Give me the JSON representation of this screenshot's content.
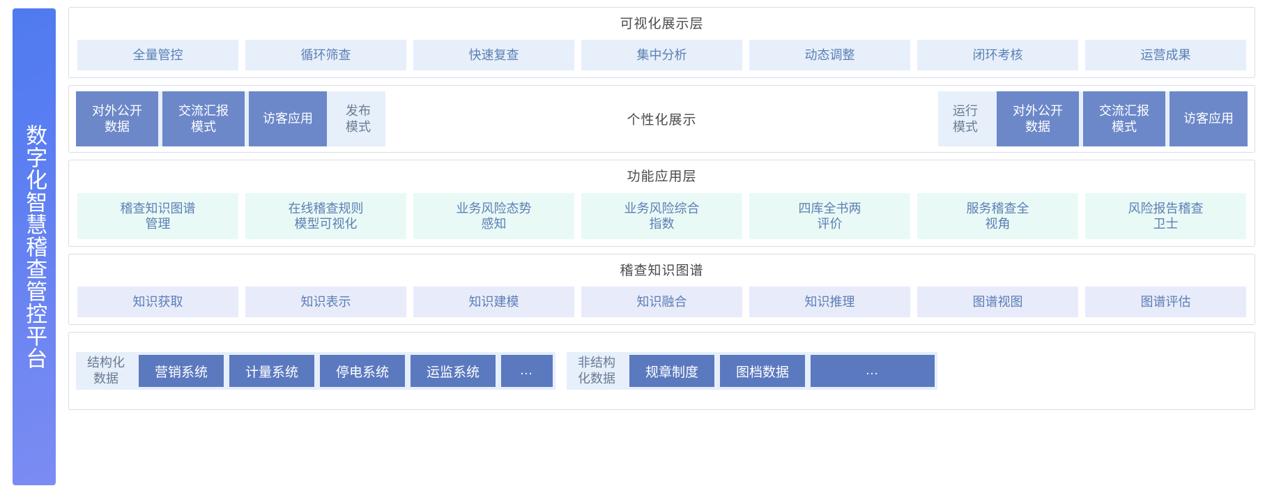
{
  "sidebar": {
    "title": "数字化智慧稽查管控平台"
  },
  "layers": {
    "visualization": {
      "title": "可视化展示层",
      "chips": [
        {
          "label": "全量管控"
        },
        {
          "label": "循环筛查"
        },
        {
          "label": "快速复查"
        },
        {
          "label": "集中分析"
        },
        {
          "label": "动态调整"
        },
        {
          "label": "闭环考核"
        },
        {
          "label": "运营成果"
        }
      ]
    },
    "personalized": {
      "center_label": "个性化展示",
      "left_group": [
        {
          "label": "对外公开\n数据",
          "style": "solid",
          "width": "wide"
        },
        {
          "label": "交流汇报\n模式",
          "style": "solid",
          "width": "wide"
        },
        {
          "label": "访客应用",
          "style": "solid",
          "width": "mid"
        },
        {
          "label": "发布\n模式",
          "style": "ghost",
          "width": "narrow"
        }
      ],
      "right_group": [
        {
          "label": "运行\n模式",
          "style": "ghost",
          "width": "narrow"
        },
        {
          "label": "对外公开\n数据",
          "style": "solid",
          "width": "wide"
        },
        {
          "label": "交流汇报\n模式",
          "style": "solid",
          "width": "wide"
        },
        {
          "label": "访客应用",
          "style": "solid",
          "width": "mid"
        }
      ]
    },
    "function": {
      "title": "功能应用层",
      "chips": [
        {
          "label": "稽查知识图谱\n管理"
        },
        {
          "label": "在线稽查规则\n模型可视化"
        },
        {
          "label": "业务风险态势\n感知"
        },
        {
          "label": "业务风险综合\n指数"
        },
        {
          "label": "四库全书两\n评价"
        },
        {
          "label": "服务稽查全\n视角"
        },
        {
          "label": "风险报告稽查\n卫士"
        }
      ]
    },
    "knowledge_graph": {
      "title": "稽查知识图谱",
      "chips": [
        {
          "label": "知识获取"
        },
        {
          "label": "知识表示"
        },
        {
          "label": "知识建模"
        },
        {
          "label": "知识融合"
        },
        {
          "label": "知识推理"
        },
        {
          "label": "图谱视图"
        },
        {
          "label": "图谱评估"
        }
      ]
    },
    "data_sources": {
      "structured": {
        "label": "结构化\n数据",
        "chips": [
          {
            "label": "营销系统",
            "kind": "normal"
          },
          {
            "label": "计量系统",
            "kind": "normal"
          },
          {
            "label": "停电系统",
            "kind": "normal"
          },
          {
            "label": "运监系统",
            "kind": "normal"
          },
          {
            "label": "…",
            "kind": "dots"
          }
        ]
      },
      "unstructured": {
        "label": "非结构\n化数据",
        "chips": [
          {
            "label": "规章制度",
            "kind": "normal"
          },
          {
            "label": "图档数据",
            "kind": "normal"
          },
          {
            "label": "…",
            "kind": "wide-dots"
          }
        ]
      }
    }
  },
  "colors": {
    "sidebar_gradient_start": "#4f7bf0",
    "sidebar_gradient_end": "#7b8cf3",
    "chip_blue_bg": "#e6effa",
    "chip_mint_bg": "#e9f9f6",
    "chip_lavender_bg": "#e8ebfa",
    "chip_text": "#5b7fb4",
    "solid_chip_bg": "#6c88c9",
    "data_chip_bg": "#5b79bf",
    "layer_border": "#d8dde3",
    "title_text": "#4a4a4a"
  }
}
